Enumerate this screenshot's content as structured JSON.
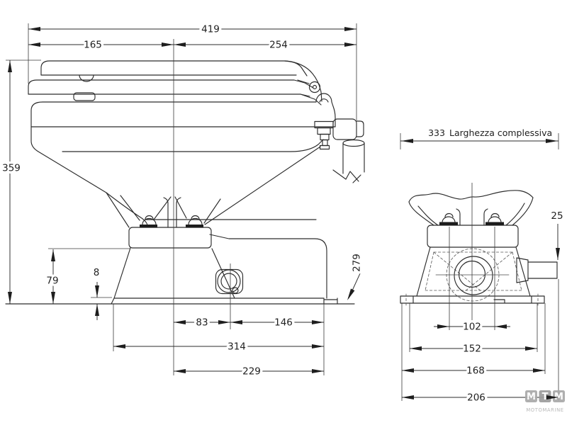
{
  "drawing": {
    "side_view": {
      "dims": {
        "d419": "419",
        "d165": "165",
        "d254": "254",
        "d359": "359",
        "d79": "79",
        "d8": "8",
        "d83": "83",
        "d146": "146",
        "d314": "314",
        "d229": "229",
        "d279": "279"
      }
    },
    "rear_view": {
      "dims": {
        "d333": "333",
        "larghezza_label": "Larghezza complessiva",
        "d25": "25",
        "d102": "102",
        "d152": "152",
        "d168": "168",
        "d206": "206"
      }
    }
  },
  "logo": {
    "letters": [
      "M",
      "T",
      "M"
    ],
    "wordmark": "MOTOMARINE"
  },
  "colors": {
    "line": "#2c2c2c",
    "background": "#ffffff",
    "logo_gray": "#a9a9a9"
  }
}
